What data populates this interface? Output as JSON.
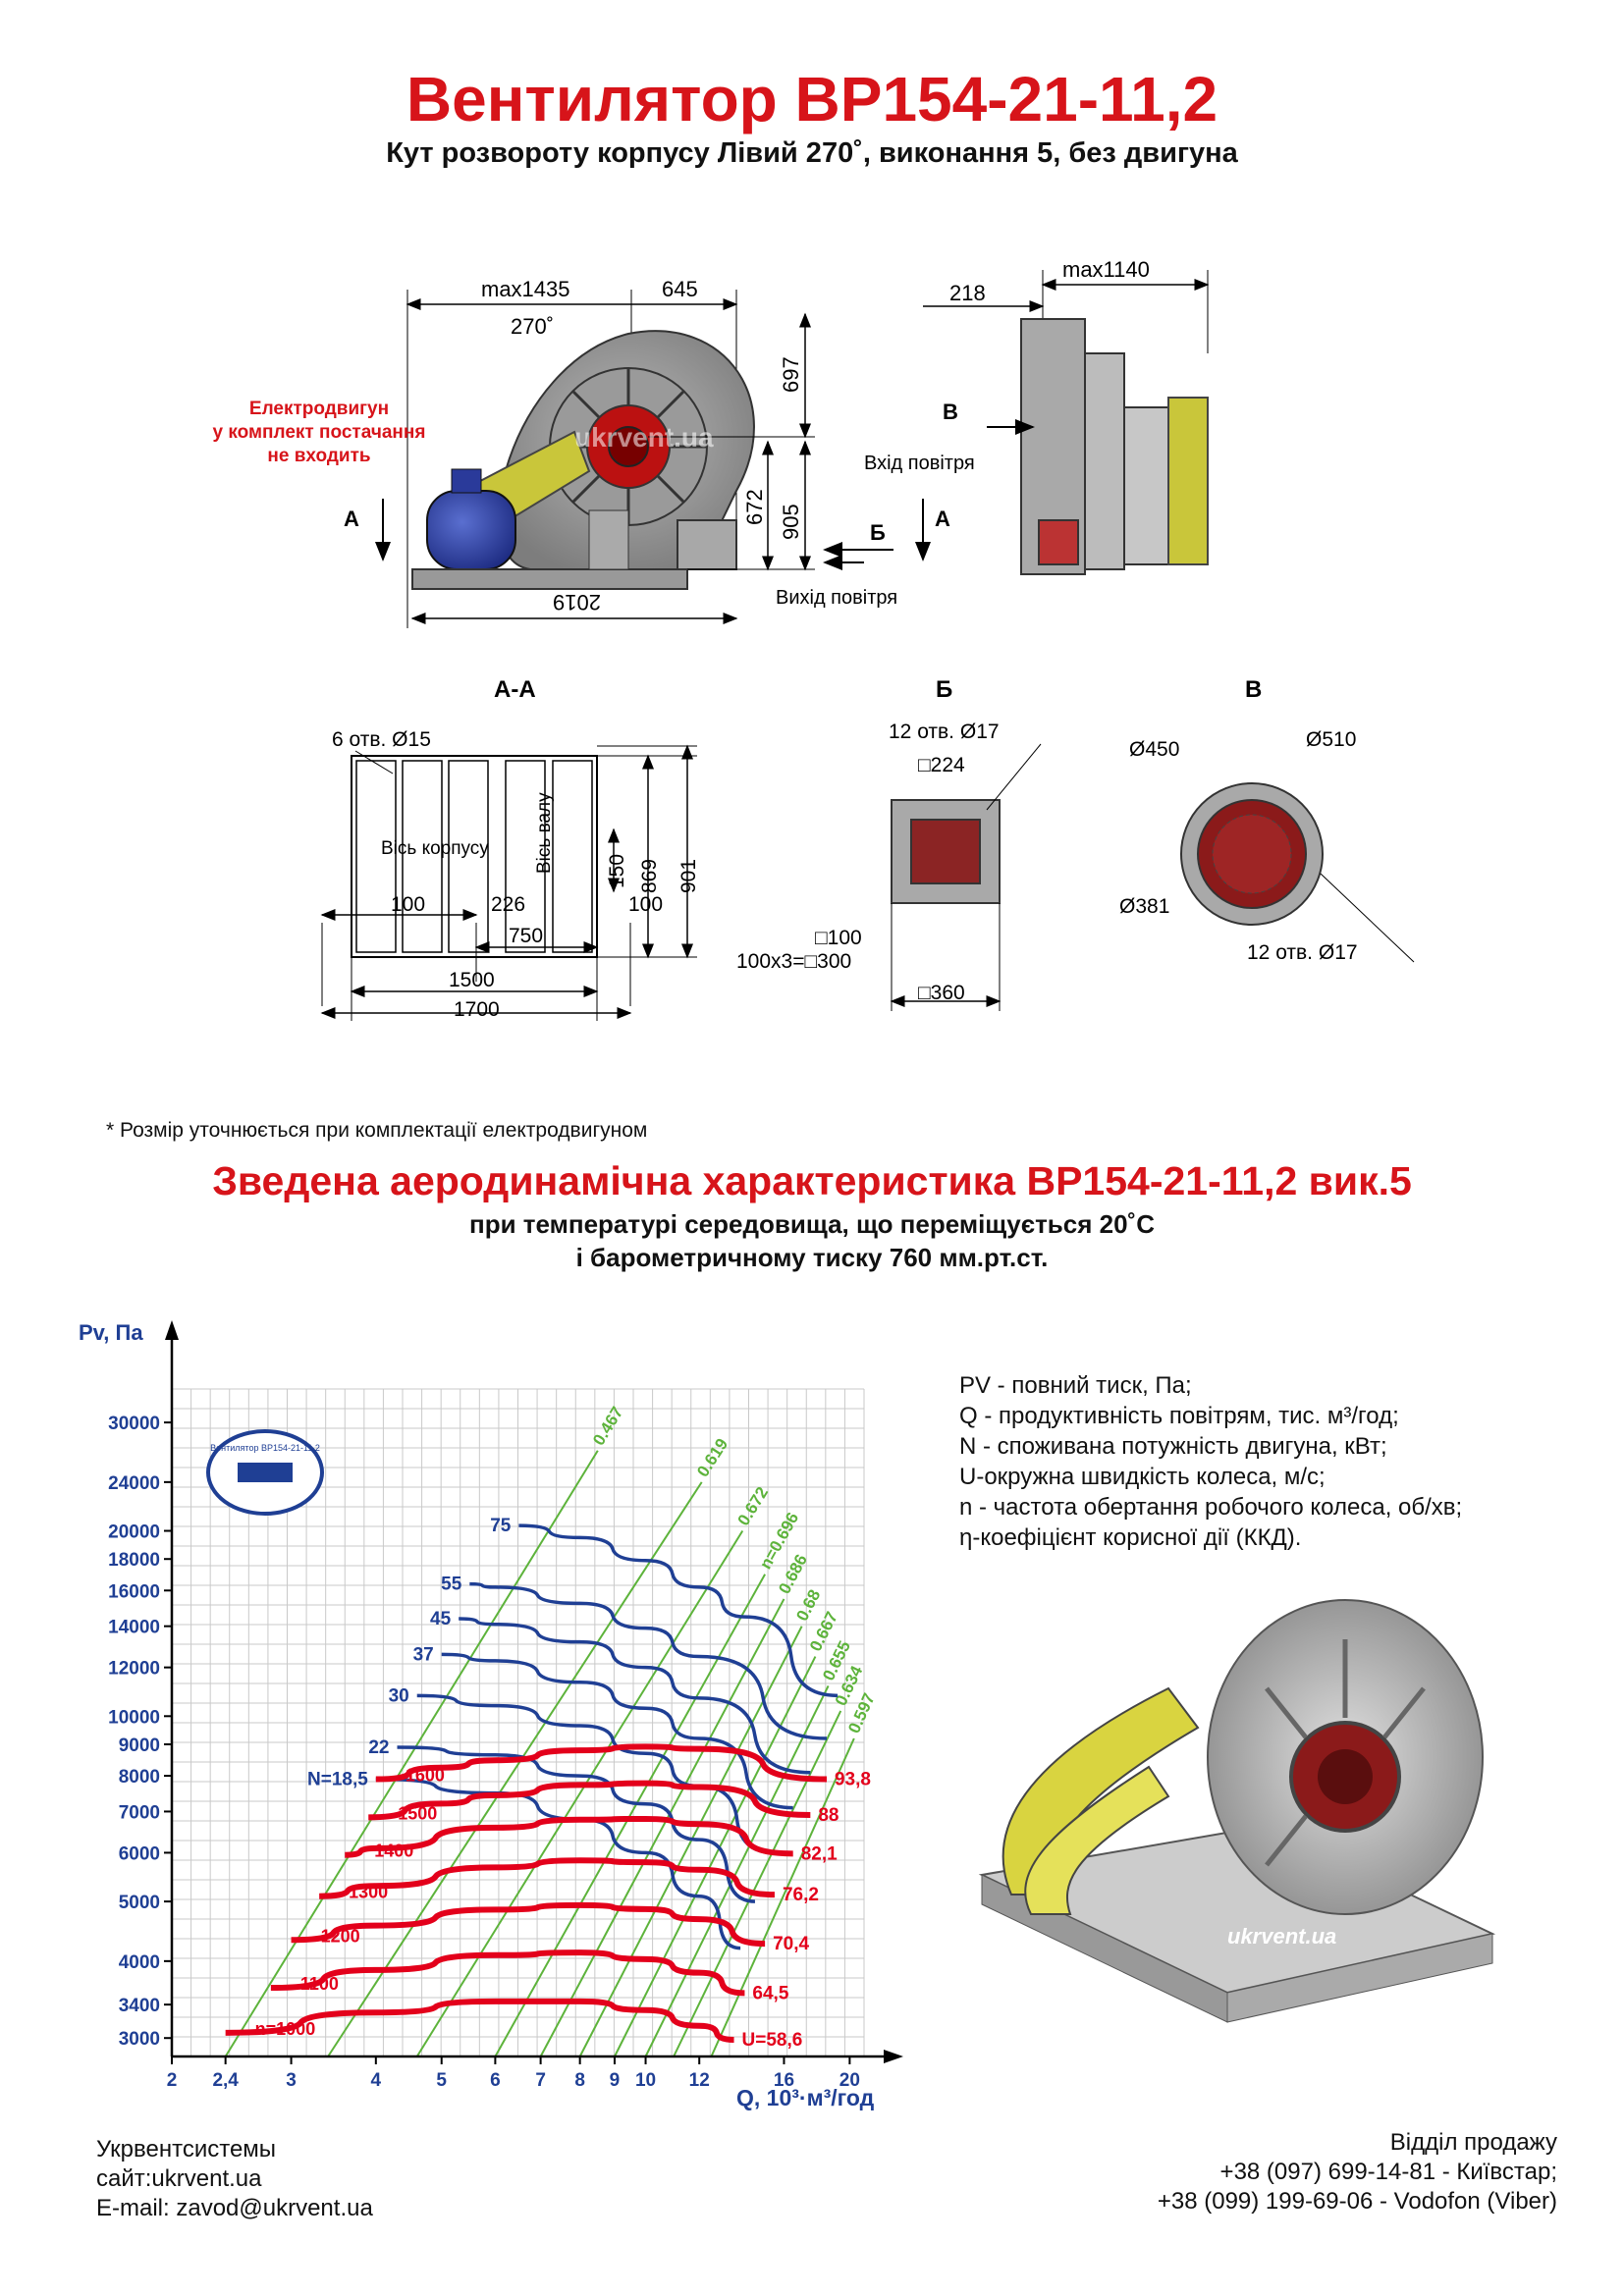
{
  "header": {
    "title": "Вентилятор ВР154-21-11,2",
    "subtitle": "Кут розвороту корпусу Лівий 270˚, виконання 5, без двигуна"
  },
  "drawing_main": {
    "dim_max1435": "max1435",
    "dim_645": "645",
    "dim_270": "270˚",
    "dim_697": "697",
    "dim_672": "672",
    "dim_905": "905",
    "dim_2019": "2019",
    "motor_note": [
      "Електродвигун",
      "у комплект постачання",
      "не входить"
    ],
    "label_a_left": "А",
    "label_a_right": "А",
    "label_b": "Б",
    "label_v": "В",
    "air_out": "Вихід повітря",
    "air_in": "Вхід повітря",
    "dim_218": "218",
    "dim_max1140": "max1140",
    "watermark": "ukrvent.ua"
  },
  "section_aa": {
    "title": "А-А",
    "holes": "6 отв.  Ø15",
    "axis_body": "Вісь корпусу",
    "axis_shaft": "Вісь валу",
    "dim_150": "150",
    "dim_869": "869",
    "dim_901": "901",
    "dim_100a": "100",
    "dim_226": "226",
    "dim_100b": "100",
    "dim_750": "750",
    "dim_1500": "1500",
    "dim_1700": "1700"
  },
  "section_b": {
    "title": "Б",
    "holes": "12 отв.  Ø17",
    "dim_224": "□224",
    "dim_100": "□100",
    "dim_300": "100x3=□300",
    "dim_360": "□360"
  },
  "section_v": {
    "title": "В",
    "d450": "Ø450",
    "d510": "Ø510",
    "d381": "Ø381",
    "holes": "12 отв.  Ø17"
  },
  "note": "* Розмір уточнюється при комплектації електродвигуном",
  "chart_header": {
    "title": "Зведена аеродинамічна характеристика ВР154-21-11,2 вик.5",
    "line1": "при температурі середовища, що переміщується 20˚С",
    "line2": "і барометричному тиску 760 мм.рт.ст."
  },
  "chart_data": {
    "type": "line",
    "xlabel": "Q, 10³·м³/год",
    "ylabel": "Pv, Па",
    "x_scale": "log",
    "y_scale": "log",
    "xlim": [
      2,
      21
    ],
    "ylim": [
      2800,
      34000
    ],
    "x_ticks": [
      "2",
      "2,4",
      "3",
      "4",
      "5",
      "6",
      "7",
      "8",
      "9",
      "10",
      "12",
      "16",
      "20"
    ],
    "x_tick_values": [
      2,
      2.4,
      3,
      4,
      5,
      6,
      7,
      8,
      9,
      10,
      12,
      16,
      20
    ],
    "y_ticks": [
      "3000",
      "3400",
      "4000",
      "5000",
      "6000",
      "7000",
      "8000",
      "9000",
      "10000",
      "12000",
      "14000",
      "16000",
      "18000",
      "20000",
      "24000",
      "30000"
    ],
    "y_tick_values": [
      3000,
      3400,
      4000,
      5000,
      6000,
      7000,
      8000,
      9000,
      10000,
      12000,
      14000,
      16000,
      18000,
      20000,
      24000,
      30000
    ],
    "speed_series": [
      {
        "name": "n=1000",
        "label": "n=1000",
        "end_label": "U=58,6",
        "points": [
          [
            2.4,
            3060
          ],
          [
            4,
            3300
          ],
          [
            6,
            3440
          ],
          [
            8,
            3440
          ],
          [
            10,
            3330
          ],
          [
            12,
            3140
          ],
          [
            13.5,
            2980
          ]
        ]
      },
      {
        "name": "1100",
        "label": "1100",
        "end_label": "64,5",
        "points": [
          [
            2.8,
            3620
          ],
          [
            4,
            3870
          ],
          [
            6,
            4090
          ],
          [
            8,
            4130
          ],
          [
            10,
            4030
          ],
          [
            12,
            3830
          ],
          [
            14,
            3550
          ]
        ]
      },
      {
        "name": "1200",
        "label": "1200",
        "end_label": "70,4",
        "points": [
          [
            3,
            4330
          ],
          [
            4,
            4570
          ],
          [
            6,
            4850
          ],
          [
            8,
            4930
          ],
          [
            10,
            4860
          ],
          [
            12,
            4680
          ],
          [
            15,
            4270
          ]
        ]
      },
      {
        "name": "1300",
        "label": "1300",
        "end_label": "76,2",
        "points": [
          [
            3.3,
            5100
          ],
          [
            4,
            5300
          ],
          [
            6,
            5680
          ],
          [
            8,
            5830
          ],
          [
            10,
            5790
          ],
          [
            12,
            5630
          ],
          [
            15.5,
            5130
          ]
        ]
      },
      {
        "name": "1400",
        "label": "1400",
        "end_label": "82,1",
        "points": [
          [
            3.6,
            5950
          ],
          [
            4,
            6100
          ],
          [
            6,
            6590
          ],
          [
            8,
            6790
          ],
          [
            10,
            6810
          ],
          [
            12,
            6680
          ],
          [
            16.5,
            5980
          ]
        ]
      },
      {
        "name": "1500",
        "label": "1500",
        "end_label": "88",
        "points": [
          [
            3.9,
            6850
          ],
          [
            5,
            7210
          ],
          [
            6,
            7440
          ],
          [
            8,
            7730
          ],
          [
            10,
            7780
          ],
          [
            12,
            7670
          ],
          [
            17.5,
            6910
          ]
        ]
      },
      {
        "name": "1600",
        "label": "1600",
        "end_label": "93,8",
        "points": [
          [
            4,
            7900
          ],
          [
            5,
            8250
          ],
          [
            6,
            8480
          ],
          [
            8,
            8800
          ],
          [
            10,
            8920
          ],
          [
            12,
            8850
          ],
          [
            18.5,
            7900
          ]
        ]
      }
    ],
    "power_series": [
      {
        "name": "N=18,5",
        "label": "N=18,5",
        "points": [
          [
            4,
            7900
          ],
          [
            6,
            7500
          ],
          [
            8,
            6800
          ],
          [
            10,
            6000
          ],
          [
            12,
            5100
          ],
          [
            13.8,
            4200
          ]
        ]
      },
      {
        "name": "22",
        "label": "22",
        "points": [
          [
            4.3,
            8900
          ],
          [
            6,
            8650
          ],
          [
            8,
            8000
          ],
          [
            10,
            7200
          ],
          [
            12,
            6300
          ],
          [
            14.5,
            5000
          ]
        ]
      },
      {
        "name": "30",
        "label": "30",
        "points": [
          [
            4.6,
            10800
          ],
          [
            6,
            10400
          ],
          [
            8,
            9650
          ],
          [
            10,
            8700
          ],
          [
            12,
            7700
          ],
          [
            15.5,
            6000
          ]
        ]
      },
      {
        "name": "37",
        "label": "37",
        "points": [
          [
            5,
            12600
          ],
          [
            6,
            12300
          ],
          [
            8,
            11350
          ],
          [
            10,
            10300
          ],
          [
            12,
            9200
          ],
          [
            16.5,
            7100
          ]
        ]
      },
      {
        "name": "45",
        "label": "45",
        "points": [
          [
            5.3,
            14400
          ],
          [
            6,
            14100
          ],
          [
            8,
            13200
          ],
          [
            10,
            12000
          ],
          [
            12,
            10700
          ],
          [
            17.5,
            8100
          ]
        ]
      },
      {
        "name": "55",
        "label": "55",
        "points": [
          [
            5.5,
            16400
          ],
          [
            6,
            16200
          ],
          [
            8,
            15250
          ],
          [
            10,
            13900
          ],
          [
            12,
            12500
          ],
          [
            18.5,
            9200
          ]
        ]
      },
      {
        "name": "75",
        "label": "75",
        "points": [
          [
            6.5,
            20400
          ],
          [
            8,
            19500
          ],
          [
            10,
            17900
          ],
          [
            12,
            16200
          ],
          [
            14,
            14500
          ],
          [
            19.2,
            10800
          ]
        ]
      }
    ],
    "efficiency_series": [
      {
        "name": "0.467",
        "label": "0.467",
        "points": [
          [
            2.4,
            2800
          ],
          [
            8.5,
            27000
          ]
        ]
      },
      {
        "name": "0.619",
        "label": "0.619",
        "points": [
          [
            3.4,
            2800
          ],
          [
            12.1,
            24000
          ]
        ]
      },
      {
        "name": "0.672",
        "label": "0.672",
        "points": [
          [
            4.6,
            2800
          ],
          [
            13.9,
            20000
          ]
        ]
      },
      {
        "name": "n=0.696",
        "label": "n=0.696",
        "points": [
          [
            6,
            2800
          ],
          [
            15,
            17000
          ]
        ]
      },
      {
        "name": "0.686",
        "label": "0.686",
        "points": [
          [
            7,
            2800
          ],
          [
            16,
            15500
          ]
        ]
      },
      {
        "name": "0.68",
        "label": "0.68",
        "points": [
          [
            8,
            2800
          ],
          [
            17,
            14000
          ]
        ]
      },
      {
        "name": "0.667",
        "label": "0.667",
        "points": [
          [
            9,
            2800
          ],
          [
            17.8,
            12500
          ]
        ]
      },
      {
        "name": "0.655",
        "label": "0.655",
        "points": [
          [
            10,
            2800
          ],
          [
            18.6,
            11200
          ]
        ]
      },
      {
        "name": "0.634",
        "label": "0.634",
        "points": [
          [
            11,
            2800
          ],
          [
            19.4,
            10200
          ]
        ]
      },
      {
        "name": "0.597",
        "label": "0.597",
        "points": [
          [
            12.5,
            2800
          ],
          [
            20.3,
            9200
          ]
        ]
      }
    ],
    "colors": {
      "speed": "#e3001b",
      "power": "#1f3f94",
      "efficiency": "#5db33b",
      "grid": "#c9c9c9"
    }
  },
  "chart_logo": {
    "text": "Вентилятор ВР154-21-11,2"
  },
  "legend": [
    "PV - повний тиск, Па;",
    "Q - продуктивність повітрям, тис. м³/год;",
    "N - споживана потужність двигуна, кВт;",
    "U-окружна швидкість колеса, м/с;",
    "n - частота обертання робочого колеса, об/хв;",
    "η-коефіцієнт корисної дії (ККД)."
  ],
  "footer": {
    "company": "Укрвентсистемы",
    "site": "сайт:ukrvent.ua",
    "email": "E-mail: zavod@ukrvent.ua",
    "sales_title": "Відділ продажу",
    "phone1": "+38 (097) 699-14-81 - Київстар;",
    "phone2": "+38 (099) 199-69-06 - Vodofon (Viber)"
  }
}
